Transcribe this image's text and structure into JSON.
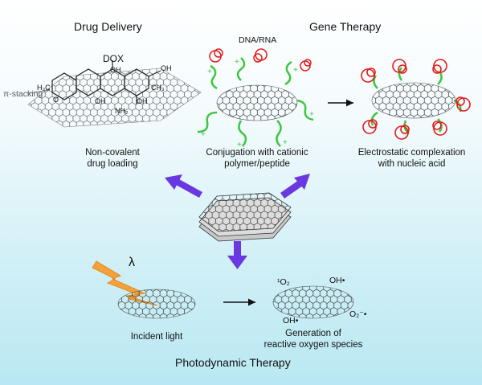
{
  "sections": {
    "drug_delivery": "Drug Delivery",
    "gene_therapy": "Gene Therapy",
    "photodynamic_therapy": "Photodynamic Therapy"
  },
  "labels": {
    "dox": "DOX",
    "dna_rna": "DNA/RNA",
    "pi_stacking": "π-stacking",
    "h3c_o": "H₃C",
    "o": "O",
    "oh1": "OH",
    "oh2": "OH",
    "oh3": "OH",
    "oh4": "OH",
    "ch3": "CH₃",
    "nh2": "NH₂",
    "lambda": "λ",
    "singlet_oxygen": "¹O₂",
    "oh_radical_top": "OH•",
    "oh_radical_bottom": "OH•",
    "superoxide": "O₂⁻•"
  },
  "captions": {
    "noncovalent_line1": "Non-covalent",
    "noncovalent_line2": "drug loading",
    "conjugation_line1": "Conjugation with cationic",
    "conjugation_line2": "polymer/peptide",
    "electrostatic_line1": "Electrostatic complexation",
    "electrostatic_line2": "with nucleic acid",
    "incident_light": "Incident light",
    "ros_line1": "Generation of",
    "ros_line2": "reactive oxygen species"
  },
  "colors": {
    "arrow_purple": "#6a38e0",
    "polymer_green": "#3ec63e",
    "nucleic_red": "#e21b1b",
    "light_orange": "#f3a13a"
  }
}
